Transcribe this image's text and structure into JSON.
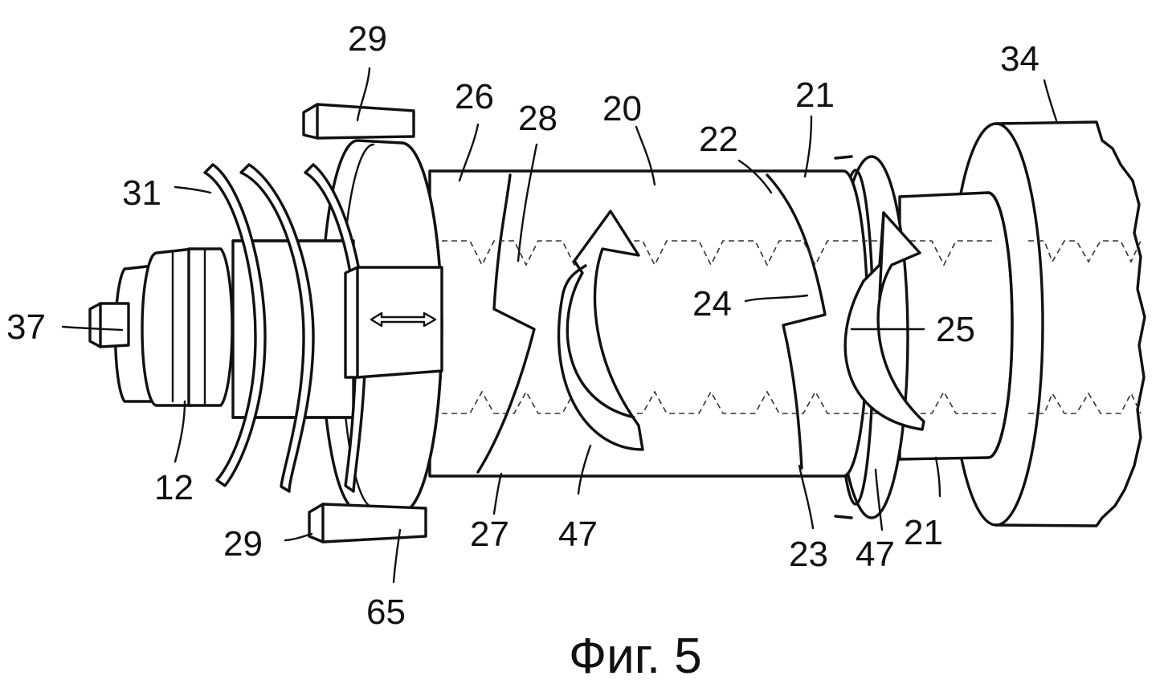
{
  "caption": "Фиг. 5",
  "labels": {
    "l29_top": "29",
    "l26": "26",
    "l28": "28",
    "l20": "20",
    "l21_top": "21",
    "l22": "22",
    "l34": "34",
    "l31": "31",
    "l37": "37",
    "l24": "24",
    "l25": "25",
    "l12": "12",
    "l29_bottom": "29",
    "l65": "65",
    "l27": "27",
    "l47_left": "47",
    "l23": "23",
    "l47_right": "47",
    "l21_bottom": "21"
  }
}
